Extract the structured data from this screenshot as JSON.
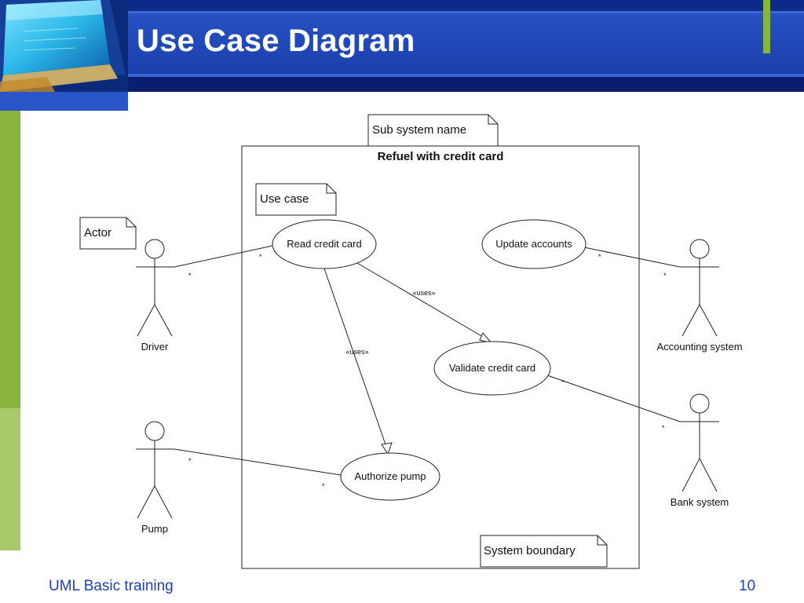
{
  "slide": {
    "title": "Use Case Diagram",
    "footer_left": "UML Basic training",
    "page_number": "10"
  },
  "diagram": {
    "system_name": "Refuel with credit card",
    "notes": {
      "subsystem": "Sub system name",
      "use_case": "Use case",
      "actor": "Actor",
      "boundary": "System boundary"
    },
    "actors": {
      "driver": "Driver",
      "pump": "Pump",
      "accounting": "Accounting system",
      "bank": "Bank system"
    },
    "use_cases": {
      "read": "Read credit card",
      "update": "Update accounts",
      "validate": "Validate credit card",
      "authorize": "Authorize pump"
    },
    "relations": {
      "uses1": "«uses»",
      "uses2": "«uses»"
    },
    "multiplicity": "*"
  },
  "colors": {
    "header_blue": "#1e44b8",
    "header_dark": "#0a1d6e",
    "accent_green": "#8ab53c",
    "footer_text": "#1f3fb3"
  }
}
